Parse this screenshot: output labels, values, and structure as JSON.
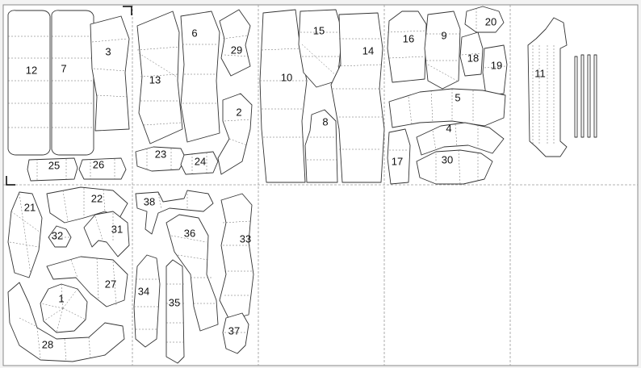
{
  "sheet": {
    "background": "#f3f3f3",
    "cells_per_row": 5,
    "rows": 2
  },
  "pieces": [
    {
      "id": "1",
      "label": "1"
    },
    {
      "id": "2",
      "label": "2"
    },
    {
      "id": "3",
      "label": "3"
    },
    {
      "id": "4",
      "label": "4"
    },
    {
      "id": "5",
      "label": "5"
    },
    {
      "id": "6",
      "label": "6"
    },
    {
      "id": "7",
      "label": "7"
    },
    {
      "id": "8",
      "label": "8"
    },
    {
      "id": "9",
      "label": "9"
    },
    {
      "id": "10",
      "label": "10"
    },
    {
      "id": "11",
      "label": "11"
    },
    {
      "id": "12",
      "label": "12"
    },
    {
      "id": "13",
      "label": "13"
    },
    {
      "id": "14",
      "label": "14"
    },
    {
      "id": "15",
      "label": "15"
    },
    {
      "id": "16",
      "label": "16"
    },
    {
      "id": "17",
      "label": "17"
    },
    {
      "id": "18",
      "label": "18"
    },
    {
      "id": "19",
      "label": "19"
    },
    {
      "id": "20",
      "label": "20"
    },
    {
      "id": "21",
      "label": "21"
    },
    {
      "id": "22",
      "label": "22"
    },
    {
      "id": "23",
      "label": "23"
    },
    {
      "id": "24",
      "label": "24"
    },
    {
      "id": "25",
      "label": "25"
    },
    {
      "id": "26",
      "label": "26"
    },
    {
      "id": "27",
      "label": "27"
    },
    {
      "id": "28",
      "label": "28"
    },
    {
      "id": "29",
      "label": "29"
    },
    {
      "id": "30",
      "label": "30"
    },
    {
      "id": "31",
      "label": "31"
    },
    {
      "id": "32",
      "label": "32"
    },
    {
      "id": "33",
      "label": "33"
    },
    {
      "id": "34",
      "label": "34"
    },
    {
      "id": "35",
      "label": "35"
    },
    {
      "id": "36",
      "label": "36"
    },
    {
      "id": "37",
      "label": "37"
    },
    {
      "id": "38",
      "label": "38"
    }
  ]
}
